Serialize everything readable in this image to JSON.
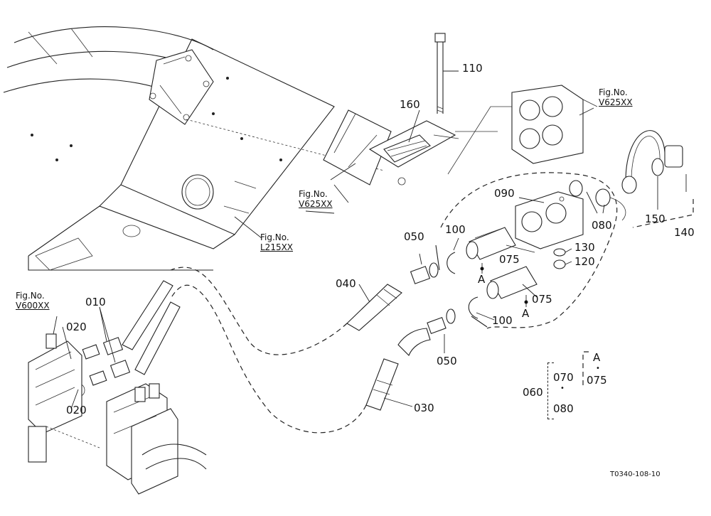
{
  "parts": {
    "p110": "110",
    "p160": "160",
    "p090": "090",
    "p080": "080",
    "p150": "150",
    "p140": "140",
    "p050a": "050",
    "p100a": "100",
    "p130": "130",
    "p120": "120",
    "p075a": "075",
    "p075b": "075",
    "p040": "040",
    "p010": "010",
    "p020a": "020",
    "p020b": "020",
    "p100b": "100",
    "p050b": "050",
    "p030": "030",
    "markA1": "A",
    "markA2": "A"
  },
  "fig_refs": {
    "v625_top": {
      "prefix": "Fig.No.",
      "code": "V625XX"
    },
    "v625_mid": {
      "prefix": "Fig.No.",
      "code": "V625XX"
    },
    "l215": {
      "prefix": "Fig.No.",
      "code": "L215XX"
    },
    "v600": {
      "prefix": "Fig.No.",
      "code": "V600XX"
    }
  },
  "kit_legend": {
    "set": "060",
    "item1": "070",
    "item2": "080",
    "sub_mark": "A",
    "sub_item": "075",
    "dot": "•"
  },
  "drawing_code": "T0340-108-10"
}
